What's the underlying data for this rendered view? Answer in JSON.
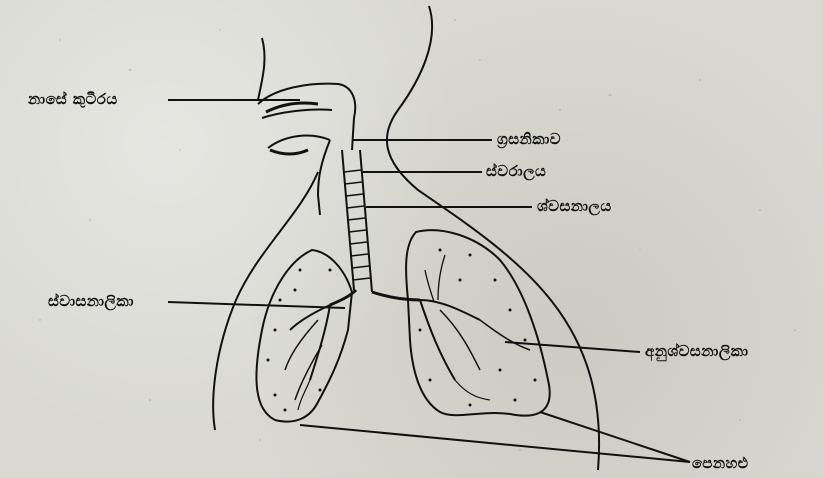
{
  "labels": {
    "nasal_cavity": "නාසේ කුටීරය",
    "pharynx": "ග්‍රසනිකාව",
    "larynx": "ස්වරාලය",
    "trachea": "ශ්වසනාලය",
    "bronchus": "ස්වාසනාලිකා",
    "bronchiole": "අනුශ්වසනාලිකා",
    "lungs": "පෙනහළු"
  },
  "colors": {
    "ink": "#111111",
    "paper": "#d9d9d2"
  }
}
